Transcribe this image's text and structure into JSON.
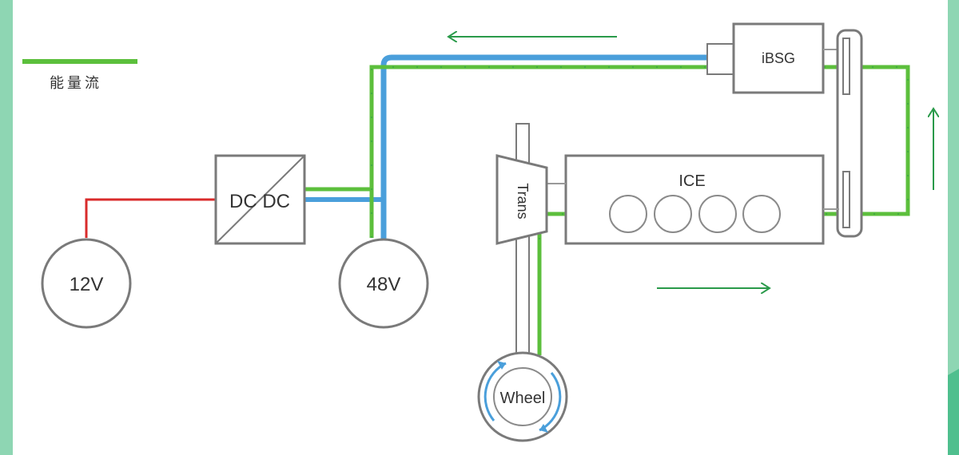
{
  "legend": {
    "label": "能量流"
  },
  "components": {
    "battery_12v": "12V",
    "battery_48v": "48V",
    "dcdc": "DC DC",
    "ibsg": "iBSG",
    "ice": "ICE",
    "trans": "Trans",
    "wheel": "Wheel"
  },
  "colors": {
    "energy_flow": "#5cbf3c",
    "high_voltage_line": "#4a9fdb",
    "low_voltage_line": "#d92b2b",
    "outline": "#7a7a7a",
    "arrow": "#2a9a4a",
    "side_band": "#7dd1a8"
  },
  "icons": {
    "direction_left": "arrow-left-icon",
    "direction_right": "arrow-right-icon",
    "direction_up": "arrow-up-icon",
    "wheel_rotation": "rotation-arrows-icon"
  }
}
